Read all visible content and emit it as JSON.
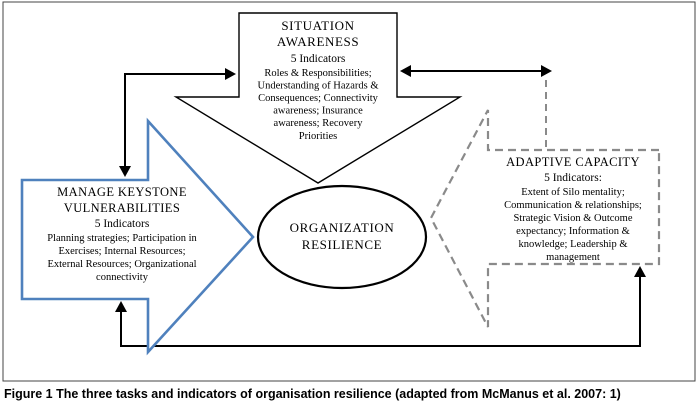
{
  "caption": "Figure 1 The three tasks and indicators of organisation resilience (adapted from McManus et al. 2007: 1)",
  "colors": {
    "left_arrow": "#4f81bd",
    "right_arrow": "#8a8a8a",
    "black": "#000000"
  },
  "center": {
    "line1": "ORGANIZATION",
    "line2": "RESILIENCE"
  },
  "situation": {
    "title1": "SITUATION",
    "title2": "AWARENESS",
    "subtitle": "5 Indicators",
    "lines": [
      "Roles & Responsibilities;",
      "Understanding of Hazards &",
      "Consequences; Connectivity",
      "awareness; Insurance",
      "awareness; Recovery",
      "Priorities"
    ]
  },
  "keystone": {
    "title1": "MANAGE KEYSTONE",
    "title2": "VULNERABILITIES",
    "subtitle": "5 Indicators",
    "lines": [
      "Planning strategies; Participation in",
      "Exercises; Internal Resources;",
      "External Resources; Organizational",
      "connectivity"
    ]
  },
  "adaptive": {
    "title": "ADAPTIVE CAPACITY",
    "subtitle": "5 Indicators:",
    "lines": [
      "Extent of Silo mentality;",
      "Communication & relationships;",
      "Strategic Vision & Outcome",
      "expectancy; Information &",
      "knowledge; Leadership &",
      "management"
    ]
  }
}
